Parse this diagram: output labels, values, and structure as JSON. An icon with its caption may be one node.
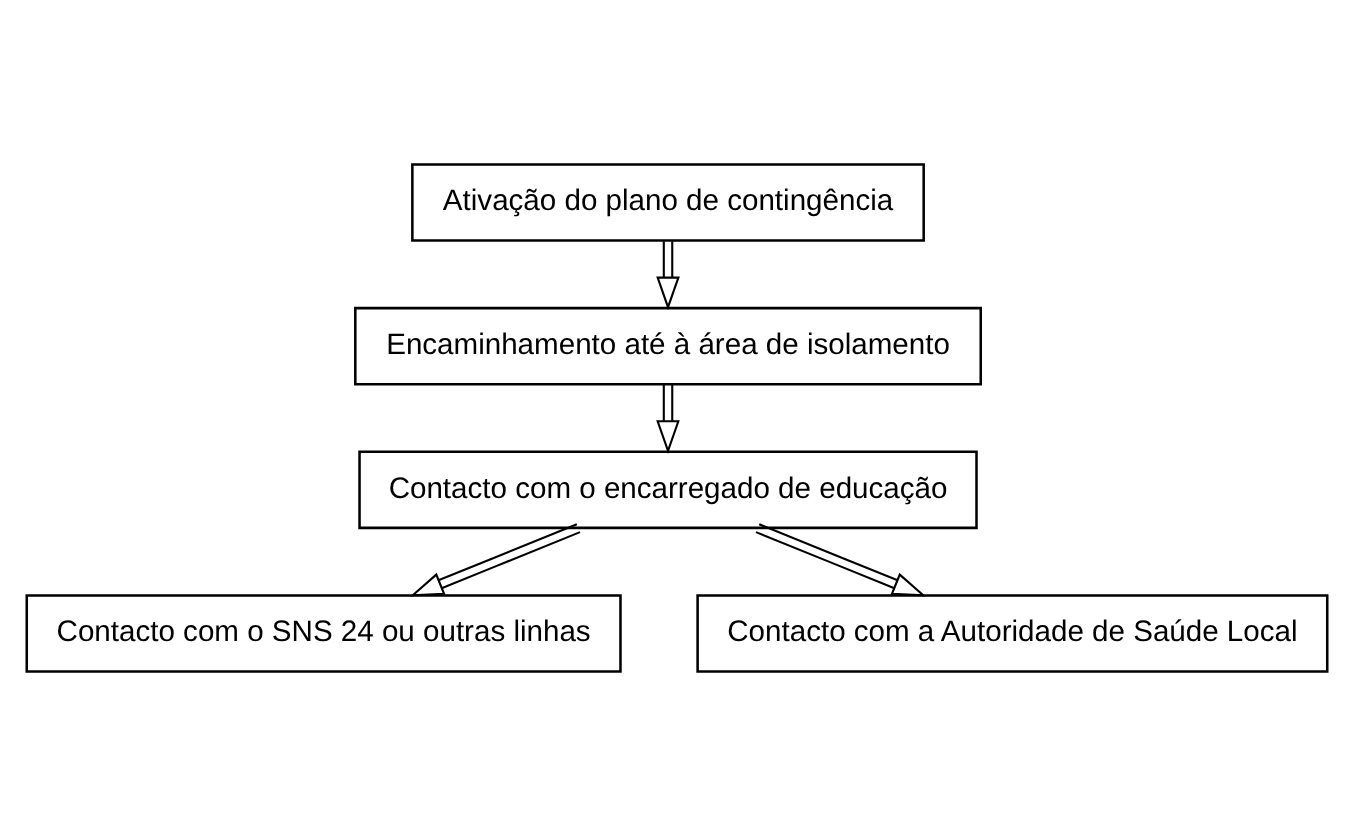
{
  "diagram": {
    "nodes": [
      {
        "text": [
          "Ativação do plano de contingência"
        ]
      },
      {
        "text": [
          "Encaminhamento até à área de isolamento"
        ]
      },
      {
        "text": [
          "Contacto com o encarregado de educação"
        ]
      },
      {
        "text": [
          "Contacto com o SNS 24 ou outras linhas"
        ]
      },
      {
        "text": [
          "Contacto com a Autoridade de Saúde Local"
        ]
      }
    ],
    "edges": [
      {
        "from": 0,
        "to": 1,
        "arrow": "to"
      },
      {
        "from": 1,
        "to": 2,
        "arrow": "to"
      },
      {
        "from": 2,
        "to": 3,
        "arrow": "to"
      },
      {
        "from": 2,
        "to": 4,
        "arrow": "to"
      }
    ]
  }
}
